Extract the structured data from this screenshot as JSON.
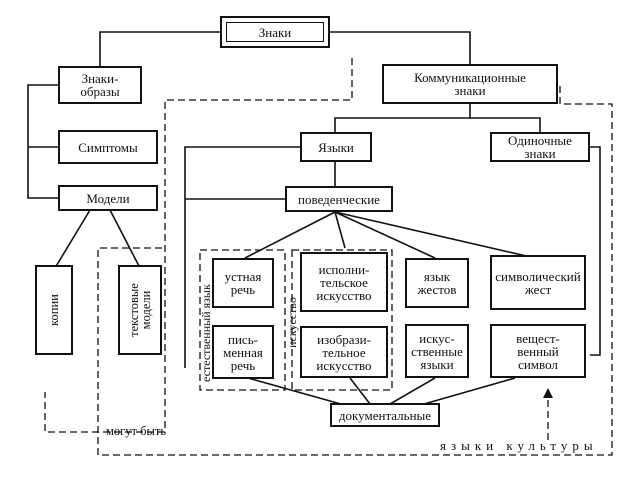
{
  "diagram": {
    "nodes": {
      "signs": "Знаки",
      "image_signs": "Знаки-\nобразы",
      "communication_signs": "Коммуникационные\nзнаки",
      "symptoms": "Симптомы",
      "languages": "Языки",
      "single_signs": "Одиночные\nзнаки",
      "models": "Модели",
      "behavioral": "поведенческие",
      "copies": "копии",
      "text_models": "текстовые\nмодели",
      "oral_speech": "устная\nречь",
      "performing_art": "исполни-\nтельское\nискусство",
      "sign_language": "язык\nжестов",
      "symbolic_gesture": "символический\nжест",
      "written_speech": "пись-\nменная\nречь",
      "fine_art": "изобрази-\nтельное\nискусство",
      "artificial_languages": "искус-\nственные\nязыки",
      "material_symbol": "вещест-\nвенный\nсимвол",
      "documentary": "документальные"
    },
    "group_labels": {
      "natural_language": "естественный язык",
      "art": "искусство"
    },
    "annotations": {
      "can_be": "могут быть",
      "culture_languages": "языки культуры"
    }
  }
}
